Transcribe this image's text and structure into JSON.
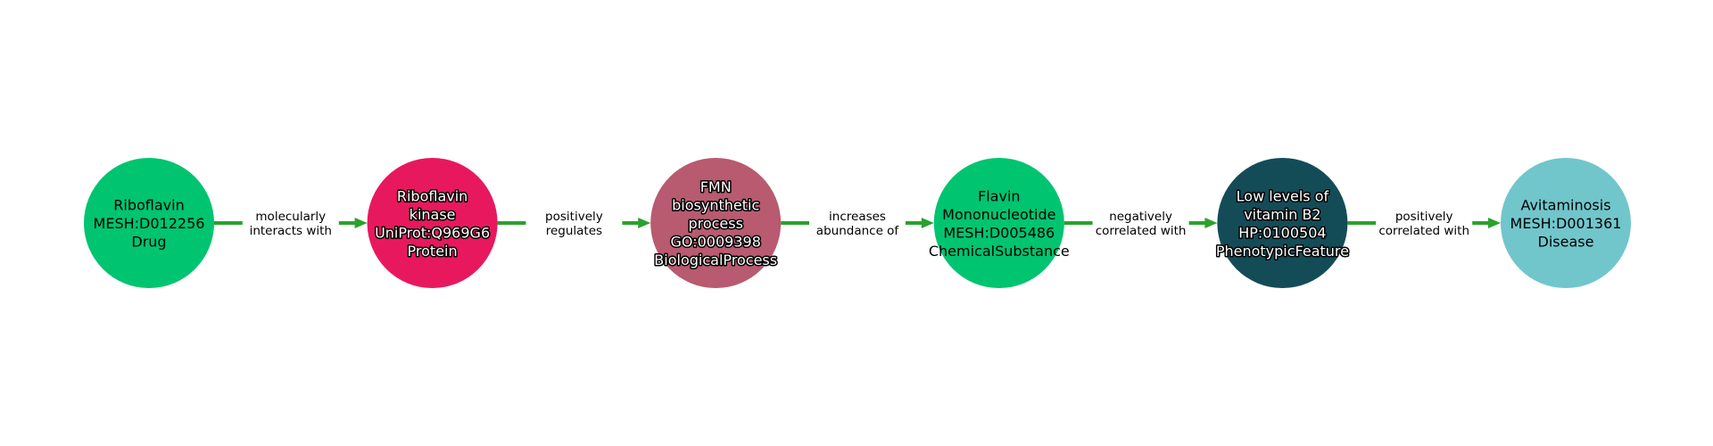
{
  "graph": {
    "edge_color": "#2ca02c",
    "nodes": [
      {
        "id": "riboflavin",
        "lines": [
          "Riboflavin",
          "MESH:D012256",
          "Drug"
        ],
        "color": "#00c470",
        "text_style": "dark"
      },
      {
        "id": "riboflavin-kinase",
        "lines": [
          "Riboflavin",
          "kinase",
          "UniProt:Q969G6",
          "Protein"
        ],
        "color": "#e8185f",
        "text_style": "light"
      },
      {
        "id": "fmn-biosynthetic-process",
        "lines": [
          "FMN",
          "biosynthetic",
          "process",
          "GO:0009398",
          "BiologicalProcess"
        ],
        "color": "#b85a70",
        "text_style": "light"
      },
      {
        "id": "flavin-mononucleotide",
        "lines": [
          "Flavin",
          "Mononucleotide",
          "MESH:D005486",
          "ChemicalSubstance"
        ],
        "color": "#00c470",
        "text_style": "dark"
      },
      {
        "id": "low-levels-of-vitamin-b2",
        "lines": [
          "Low levels of",
          "vitamin B2",
          "HP:0100504",
          "PhenotypicFeature"
        ],
        "color": "#134c57",
        "text_style": "light"
      },
      {
        "id": "avitaminosis",
        "lines": [
          "Avitaminosis",
          "MESH:D001361",
          "Disease"
        ],
        "color": "#71c6cb",
        "text_style": "dark"
      }
    ],
    "edges": [
      {
        "source": 0,
        "target": 1,
        "lines": [
          "molecularly",
          "interacts with"
        ]
      },
      {
        "source": 1,
        "target": 2,
        "lines": [
          "positively",
          "regulates"
        ]
      },
      {
        "source": 2,
        "target": 3,
        "lines": [
          "increases",
          "abundance of"
        ]
      },
      {
        "source": 3,
        "target": 4,
        "lines": [
          "negatively",
          "correlated with"
        ]
      },
      {
        "source": 4,
        "target": 5,
        "lines": [
          "positively",
          "correlated with"
        ]
      }
    ]
  }
}
